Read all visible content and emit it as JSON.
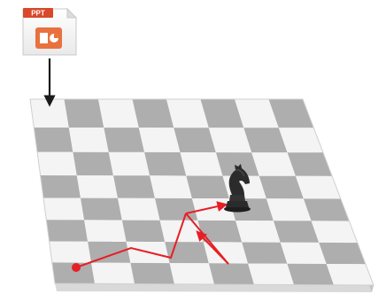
{
  "file_icon": {
    "tag_label": "PPT",
    "icon": "powerpoint-file-icon"
  },
  "colors": {
    "tag_red": "#d8482a",
    "icon_orange": "#e8713f",
    "square_light": "#f4f4f4",
    "square_dark": "#aeaeae",
    "board_edge": "#cfcfcf",
    "path_red": "#e61f26",
    "arrow_black": "#1a1a1a",
    "knight": "#2b2b2b"
  },
  "board": {
    "rows": 8,
    "columns": 8
  },
  "path": {
    "start_marker": "red-dot",
    "end_piece": "knight-icon"
  }
}
